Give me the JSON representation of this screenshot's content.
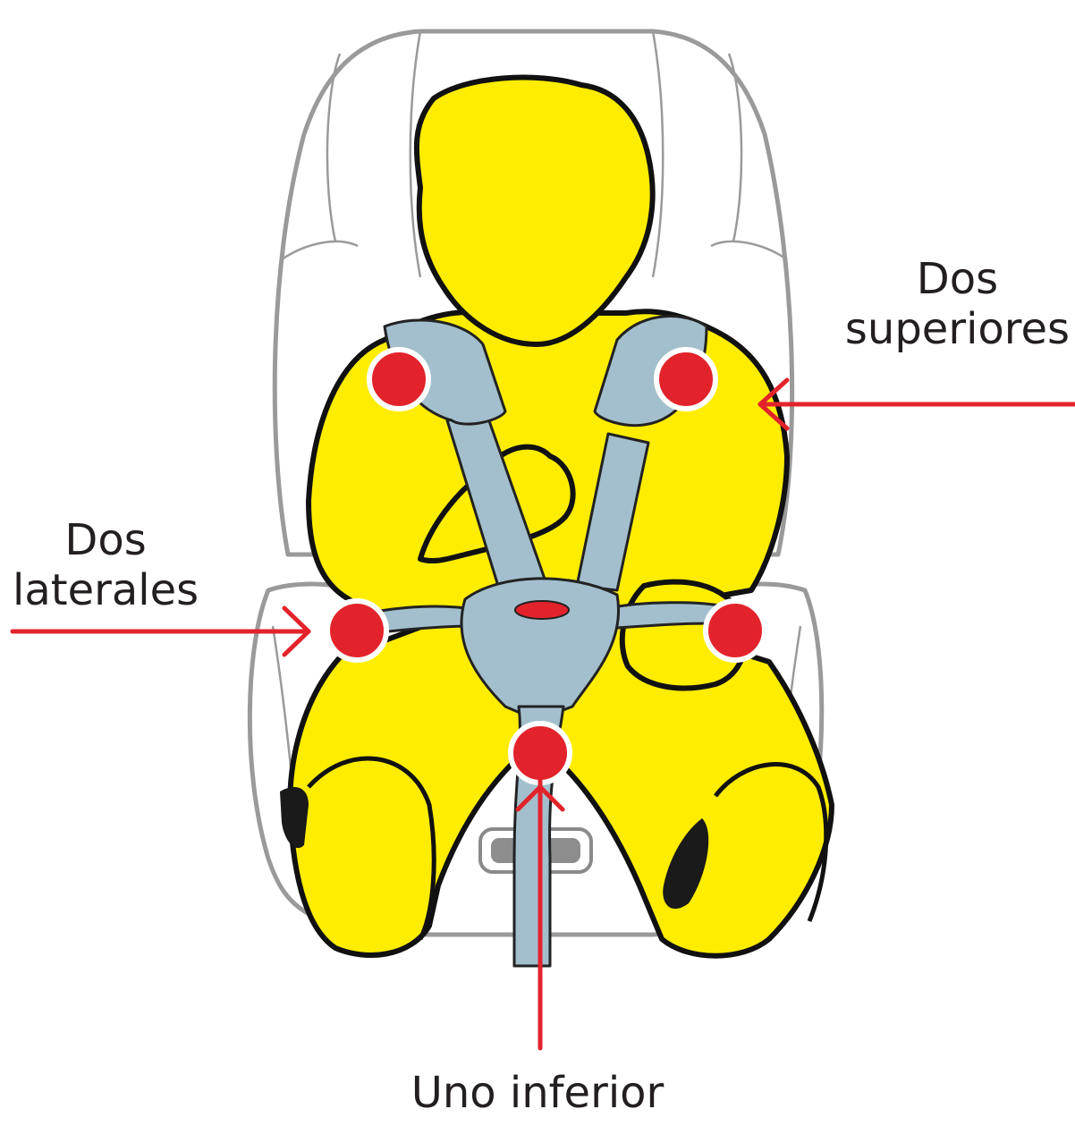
{
  "labels": {
    "top": {
      "line1": "Dos",
      "line2": "superiores"
    },
    "side": {
      "line1": "Dos",
      "line2": "laterales"
    },
    "bottom": "Uno inferior"
  },
  "colors": {
    "child": "#ffed00",
    "harness": "#a3bfcd",
    "marker": "#e3232b",
    "arrow": "#e3232b",
    "seat_outline": "#9a9a9a",
    "outline": "#111111",
    "text": "#231f20"
  },
  "icons": {
    "marker": "red-dot-marker",
    "pointer": "arrow"
  }
}
